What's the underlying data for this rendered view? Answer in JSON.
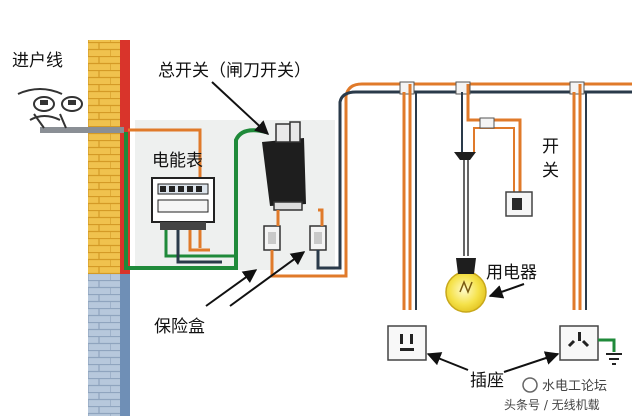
{
  "labels": {
    "incoming_line": "进户线",
    "main_switch": "总开关（闸刀开关）",
    "meter": "电能表",
    "fuse_box": "保险盒",
    "switch_char_1": "开",
    "switch_char_2": "关",
    "appliance": "用电器",
    "socket": "插座"
  },
  "watermark": {
    "line1": "水电工论坛",
    "line2": "头条号 / 无线机载"
  },
  "colors": {
    "page_bg": "#ffffff",
    "panel_bg": "#eef0ef",
    "brick_top": "#f0c24e",
    "brick_bottom": "#b7c8dc",
    "wall_red": "#d9342b",
    "live_wire": "#e07a2a",
    "neutral_wire": "#2a3a4a",
    "ground_wire": "#1f8a3a",
    "switch_dark": "#1e1e1e",
    "bulb": "#f5e24a"
  },
  "icons": [
    "insulator-icon",
    "electric-meter-icon",
    "knife-switch-icon",
    "fuse-icon",
    "light-bulb-icon",
    "wall-switch-icon",
    "socket-icon",
    "ground-icon",
    "arrow-icon"
  ]
}
